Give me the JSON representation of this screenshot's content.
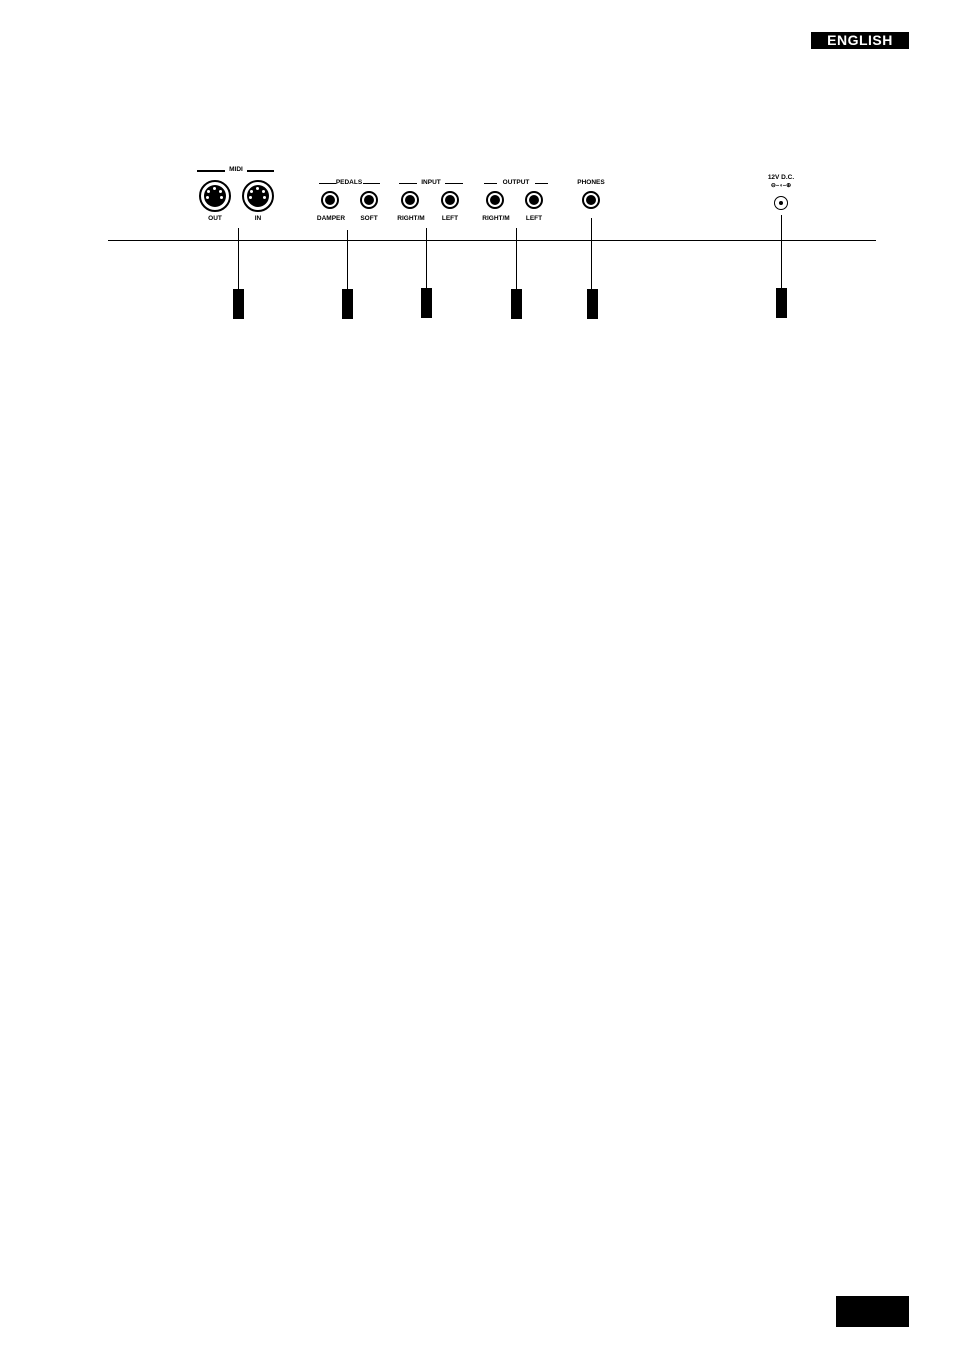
{
  "header": {
    "language": "ENGLISH"
  },
  "panel": {
    "midi": {
      "label": "MIDI",
      "ports": [
        "OUT",
        "IN"
      ]
    },
    "pedals": {
      "label": "PEDALS",
      "jacks": [
        "DAMPER",
        "SOFT"
      ]
    },
    "input": {
      "label": "INPUT",
      "jacks": [
        "RIGHT/M",
        "LEFT"
      ]
    },
    "output": {
      "label": "OUTPUT",
      "jacks": [
        "RIGHT/M",
        "LEFT"
      ]
    },
    "phones": {
      "label": "PHONES"
    },
    "power": {
      "label": "12V D.C.",
      "polarity": "⊖–◖–⊕"
    }
  },
  "colors": {
    "ink": "#000000",
    "paper": "#ffffff"
  }
}
